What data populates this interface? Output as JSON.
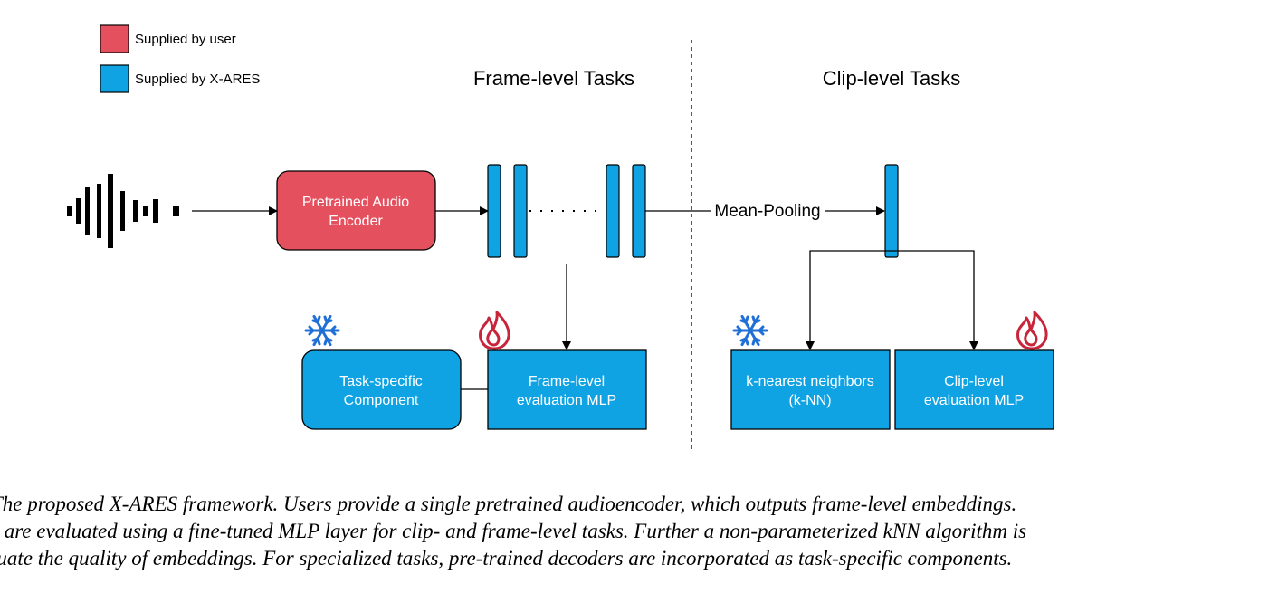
{
  "legend": {
    "user": {
      "label": "Supplied by user",
      "color": "#e5505f"
    },
    "xares": {
      "label": "Supplied by X-ARES",
      "color": "#0fa3e3"
    }
  },
  "headings": {
    "frame": "Frame-level Tasks",
    "clip": "Clip-level Tasks"
  },
  "nodes": {
    "encoder": [
      "Pretrained Audio",
      "Encoder"
    ],
    "task_specific": [
      "Task-specific",
      "Component"
    ],
    "frame_mlp": [
      "Frame-level",
      "evaluation MLP"
    ],
    "knn": [
      "k-nearest neighbors",
      "(k-NN)"
    ],
    "clip_mlp": [
      "Clip-level",
      "evaluation MLP"
    ]
  },
  "edge_labels": {
    "pooling": "Mean-Pooling"
  },
  "icons": {
    "frozen": "snowflake-icon",
    "trainable": "flame-icon",
    "audio": "waveform-icon"
  },
  "colors": {
    "user_fill": "#e5505f",
    "xares_fill": "#0fa3e3",
    "snowflake": "#1f6fd6",
    "flame": "#c8243a"
  },
  "caption": [
    "The proposed X-ARES framework.  Users provide a single pretrained audioencoder, which outputs frame-level embeddings.",
    "s are evaluated using a fine-tuned MLP layer for clip- and frame-level tasks.  Further a non-parameterized kNN algorithm is",
    "luate the quality of embeddings. For specialized tasks, pre-trained decoders are incorporated as task-specific components."
  ]
}
